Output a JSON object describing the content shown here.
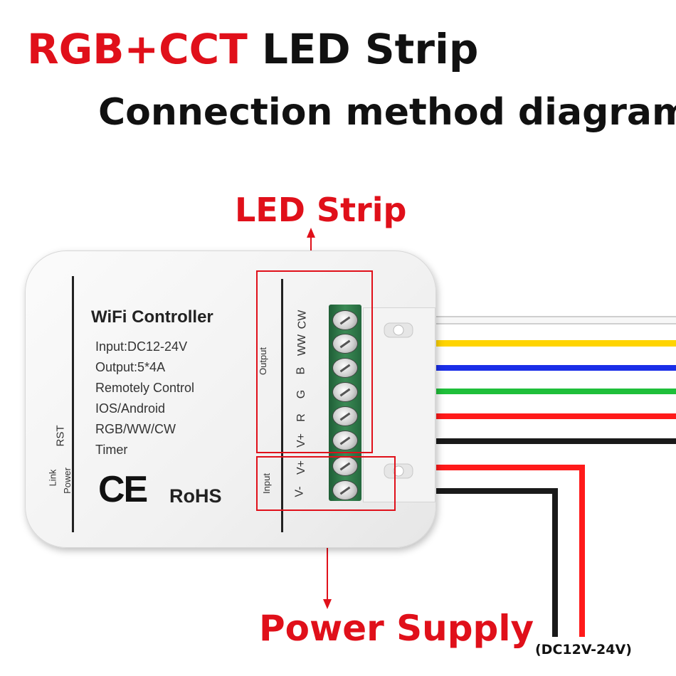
{
  "title": {
    "part1": "RGB+CCT",
    "part2": " LED Strip",
    "line2": "Connection method diagram"
  },
  "labels": {
    "led_strip": "LED Strip",
    "power_supply": "Power Supply",
    "voltage": "(DC12V-24V)"
  },
  "controller": {
    "name": "WiFi Controller",
    "specs": [
      "Input:DC12-24V",
      "Output:5*4A",
      "Remotely Control",
      "IOS/Android",
      "RGB/WW/CW",
      "Timer"
    ],
    "cert_ce": "CE",
    "cert_rohs": "RoHS",
    "rst": "RST",
    "power": "Power",
    "link": "Link",
    "output_label": "Output",
    "input_label": "Input",
    "output_pins": [
      "CW",
      "WW",
      "B",
      "G",
      "R",
      "V+"
    ],
    "input_pins": [
      "V+",
      "V-"
    ]
  },
  "colors": {
    "accent_red": "#e0101a",
    "terminal_green": "#2d7a48"
  },
  "wires": [
    {
      "name": "CW",
      "color": "#f2f2f2"
    },
    {
      "name": "WW",
      "color": "#ffd400"
    },
    {
      "name": "B",
      "color": "#1a2ee8"
    },
    {
      "name": "G",
      "color": "#1fbf3a"
    },
    {
      "name": "R",
      "color": "#ff1a1a"
    },
    {
      "name": "V+",
      "color": "#1a1a1a"
    },
    {
      "name": "PS V+",
      "color": "#ff1a1a"
    },
    {
      "name": "PS V-",
      "color": "#1a1a1a"
    }
  ]
}
